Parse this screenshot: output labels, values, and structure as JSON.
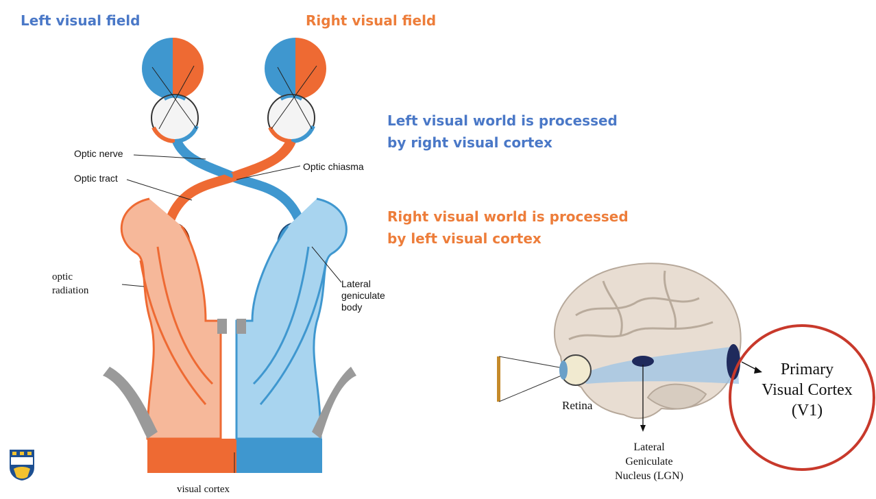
{
  "headings": {
    "left_field": "Left visual field",
    "right_field": "Right visual field",
    "left_world_line1": "Left visual world is processed",
    "left_world_line2": "by right visual cortex",
    "right_world_line1": "Right visual world is processed",
    "right_world_line2": "by left visual cortex"
  },
  "pathway_labels": {
    "optic_nerve": "Optic nerve",
    "optic_tract": "Optic tract",
    "optic_chiasma": "Optic chiasma",
    "optic_radiation_1": "optic",
    "optic_radiation_2": "radiation",
    "lgb_1": "Lateral",
    "lgb_2": "geniculate",
    "lgb_3": "body",
    "visual_cortex": "visual cortex"
  },
  "brain_labels": {
    "retina": "Retina",
    "lgn_1": "Lateral",
    "lgn_2": "Geniculate",
    "lgn_3": "Nucleus (LGN)",
    "v1_1": "Primary",
    "v1_2": "Visual Cortex",
    "v1_3": "(V1)"
  },
  "colors": {
    "left_field_blue": "#4a78c7",
    "right_field_orange": "#ed7d3a",
    "v1_circle_red": "#c8392b"
  }
}
